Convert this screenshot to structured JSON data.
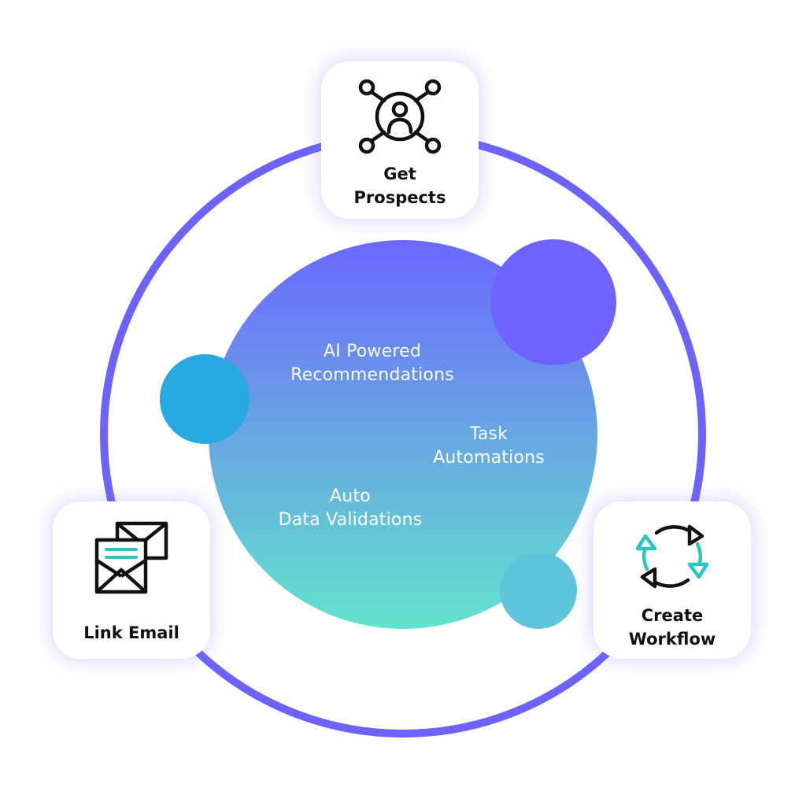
{
  "colors": {
    "ring": "#6c63ff",
    "big_circle_top": "#6b68ff",
    "big_circle_bottom": "#62e3cc",
    "accent_purple": "#6e63ff",
    "accent_blue": "#29a9e1",
    "accent_teal": "#5ec5dc",
    "icon_teal": "#2ec4c0",
    "icon_stroke": "#111111"
  },
  "center": {
    "item1": {
      "line1": "AI Powered",
      "line2": "Recommendations"
    },
    "item2": {
      "line1": "Task",
      "line2": "Automations"
    },
    "item3": {
      "line1": "Auto",
      "line2": "Data Validations"
    }
  },
  "cards": {
    "get_prospects": {
      "icon": "network-person-icon",
      "line1": "Get",
      "line2": "Prospects"
    },
    "link_email": {
      "icon": "envelopes-icon",
      "label": "Link Email"
    },
    "create_workflow": {
      "icon": "sync-arrows-icon",
      "line1": "Create",
      "line2": "Workflow"
    }
  }
}
